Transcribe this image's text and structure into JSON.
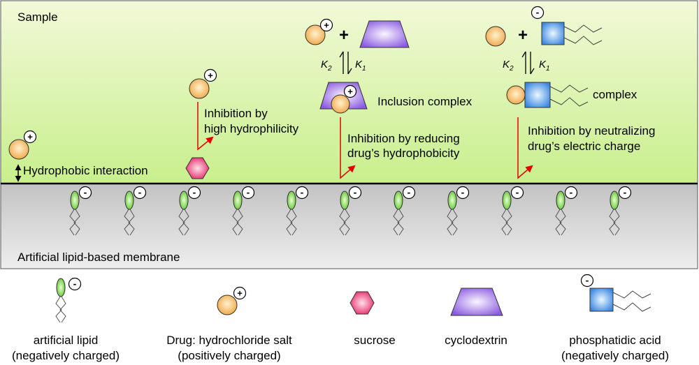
{
  "regions": {
    "sample_label": "Sample",
    "membrane_label": "Artificial lipid-based membrane"
  },
  "charges": {
    "plus": "+",
    "minus": "-"
  },
  "scheme": {
    "plus_sign": "+",
    "k1_base": "K",
    "k1_sub": "1",
    "k2_base": "K",
    "k2_sub": "2",
    "inclusion_complex": "Inclusion complex",
    "complex": "complex"
  },
  "annotations": {
    "hydrophobic_interaction": "Hydrophobic interaction",
    "inhibition_hydrophilicity": [
      "Inhibition by",
      "high hydrophilicity"
    ],
    "inhibition_hydrophobicity": [
      "Inhibition by reducing",
      "drug’s hydrophobicity"
    ],
    "inhibition_charge": [
      "Inhibition by neutralizing",
      "drug’s electric charge"
    ]
  },
  "legend": {
    "artificial_lipid": [
      "artificial lipid",
      "(negatively charged)"
    ],
    "drug": [
      "Drug: hydrochloride salt",
      "(positively charged)"
    ],
    "sucrose": [
      "sucrose"
    ],
    "cyclodextrin": [
      "cyclodextrin"
    ],
    "phosphatidic_acid": [
      "phosphatidic acid",
      "(negatively charged)"
    ]
  },
  "colors": {
    "sample_top": "#f2f9d8",
    "sample_bottom": "#c8ef8c",
    "membrane_top": "#c2c2c2",
    "membrane_bottom": "#eeeeee",
    "drug_center": "#fff2cf",
    "drug_edge": "#f2ab4e",
    "sucrose_center": "#ffe0ea",
    "sucrose_edge": "#e8306e",
    "cd_center": "#fbf6ff",
    "cd_edge": "#8a5ae0",
    "pa_center": "#eaf8ff",
    "pa_edge": "#3a86e0",
    "lipid_center": "#e8ffd0",
    "lipid_edge": "#58c02a",
    "arrow_red": "#e60000"
  }
}
